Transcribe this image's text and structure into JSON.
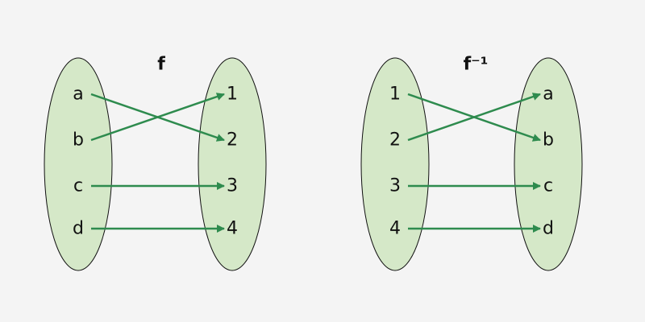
{
  "colors": {
    "background": "#f4f4f4",
    "set_fill": "#d5e8c8",
    "arrow": "#2e8b4e",
    "stroke": "#111111"
  },
  "diagrams": [
    {
      "title": "f",
      "domain": [
        "a",
        "b",
        "c",
        "d"
      ],
      "codomain": [
        "1",
        "2",
        "3",
        "4"
      ],
      "mapping": [
        [
          0,
          1
        ],
        [
          1,
          0
        ],
        [
          2,
          2
        ],
        [
          3,
          3
        ]
      ]
    },
    {
      "title": "f⁻¹",
      "domain": [
        "1",
        "2",
        "3",
        "4"
      ],
      "codomain": [
        "a",
        "b",
        "c",
        "d"
      ],
      "mapping": [
        [
          0,
          1
        ],
        [
          1,
          0
        ],
        [
          2,
          2
        ],
        [
          3,
          3
        ]
      ]
    }
  ]
}
